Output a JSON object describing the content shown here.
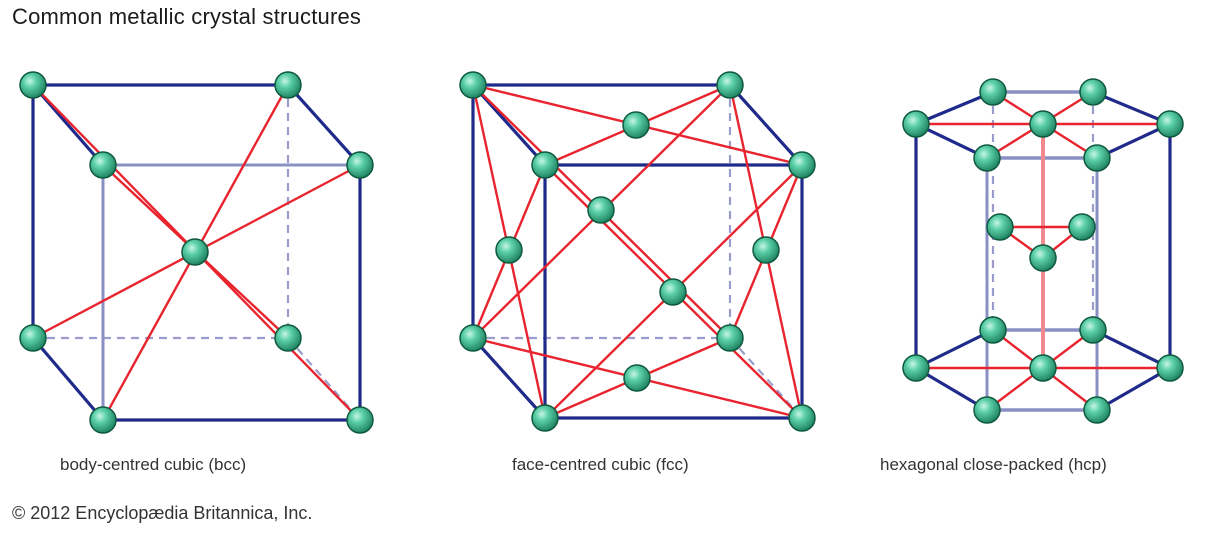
{
  "title": "Common metallic crystal structures",
  "structures": [
    {
      "name": "body-centred cubic (bcc)"
    },
    {
      "name": "face-centred cubic (fcc)"
    },
    {
      "name": "hexagonal close-packed (hcp)"
    }
  ],
  "copyright": "© 2012 Encyclopædia Britannica, Inc.",
  "colors": {
    "edge": "#1f2a8a",
    "bond": "#e8242f",
    "atom": "#2fae86",
    "hidden_edge": "#9a9ccc"
  }
}
